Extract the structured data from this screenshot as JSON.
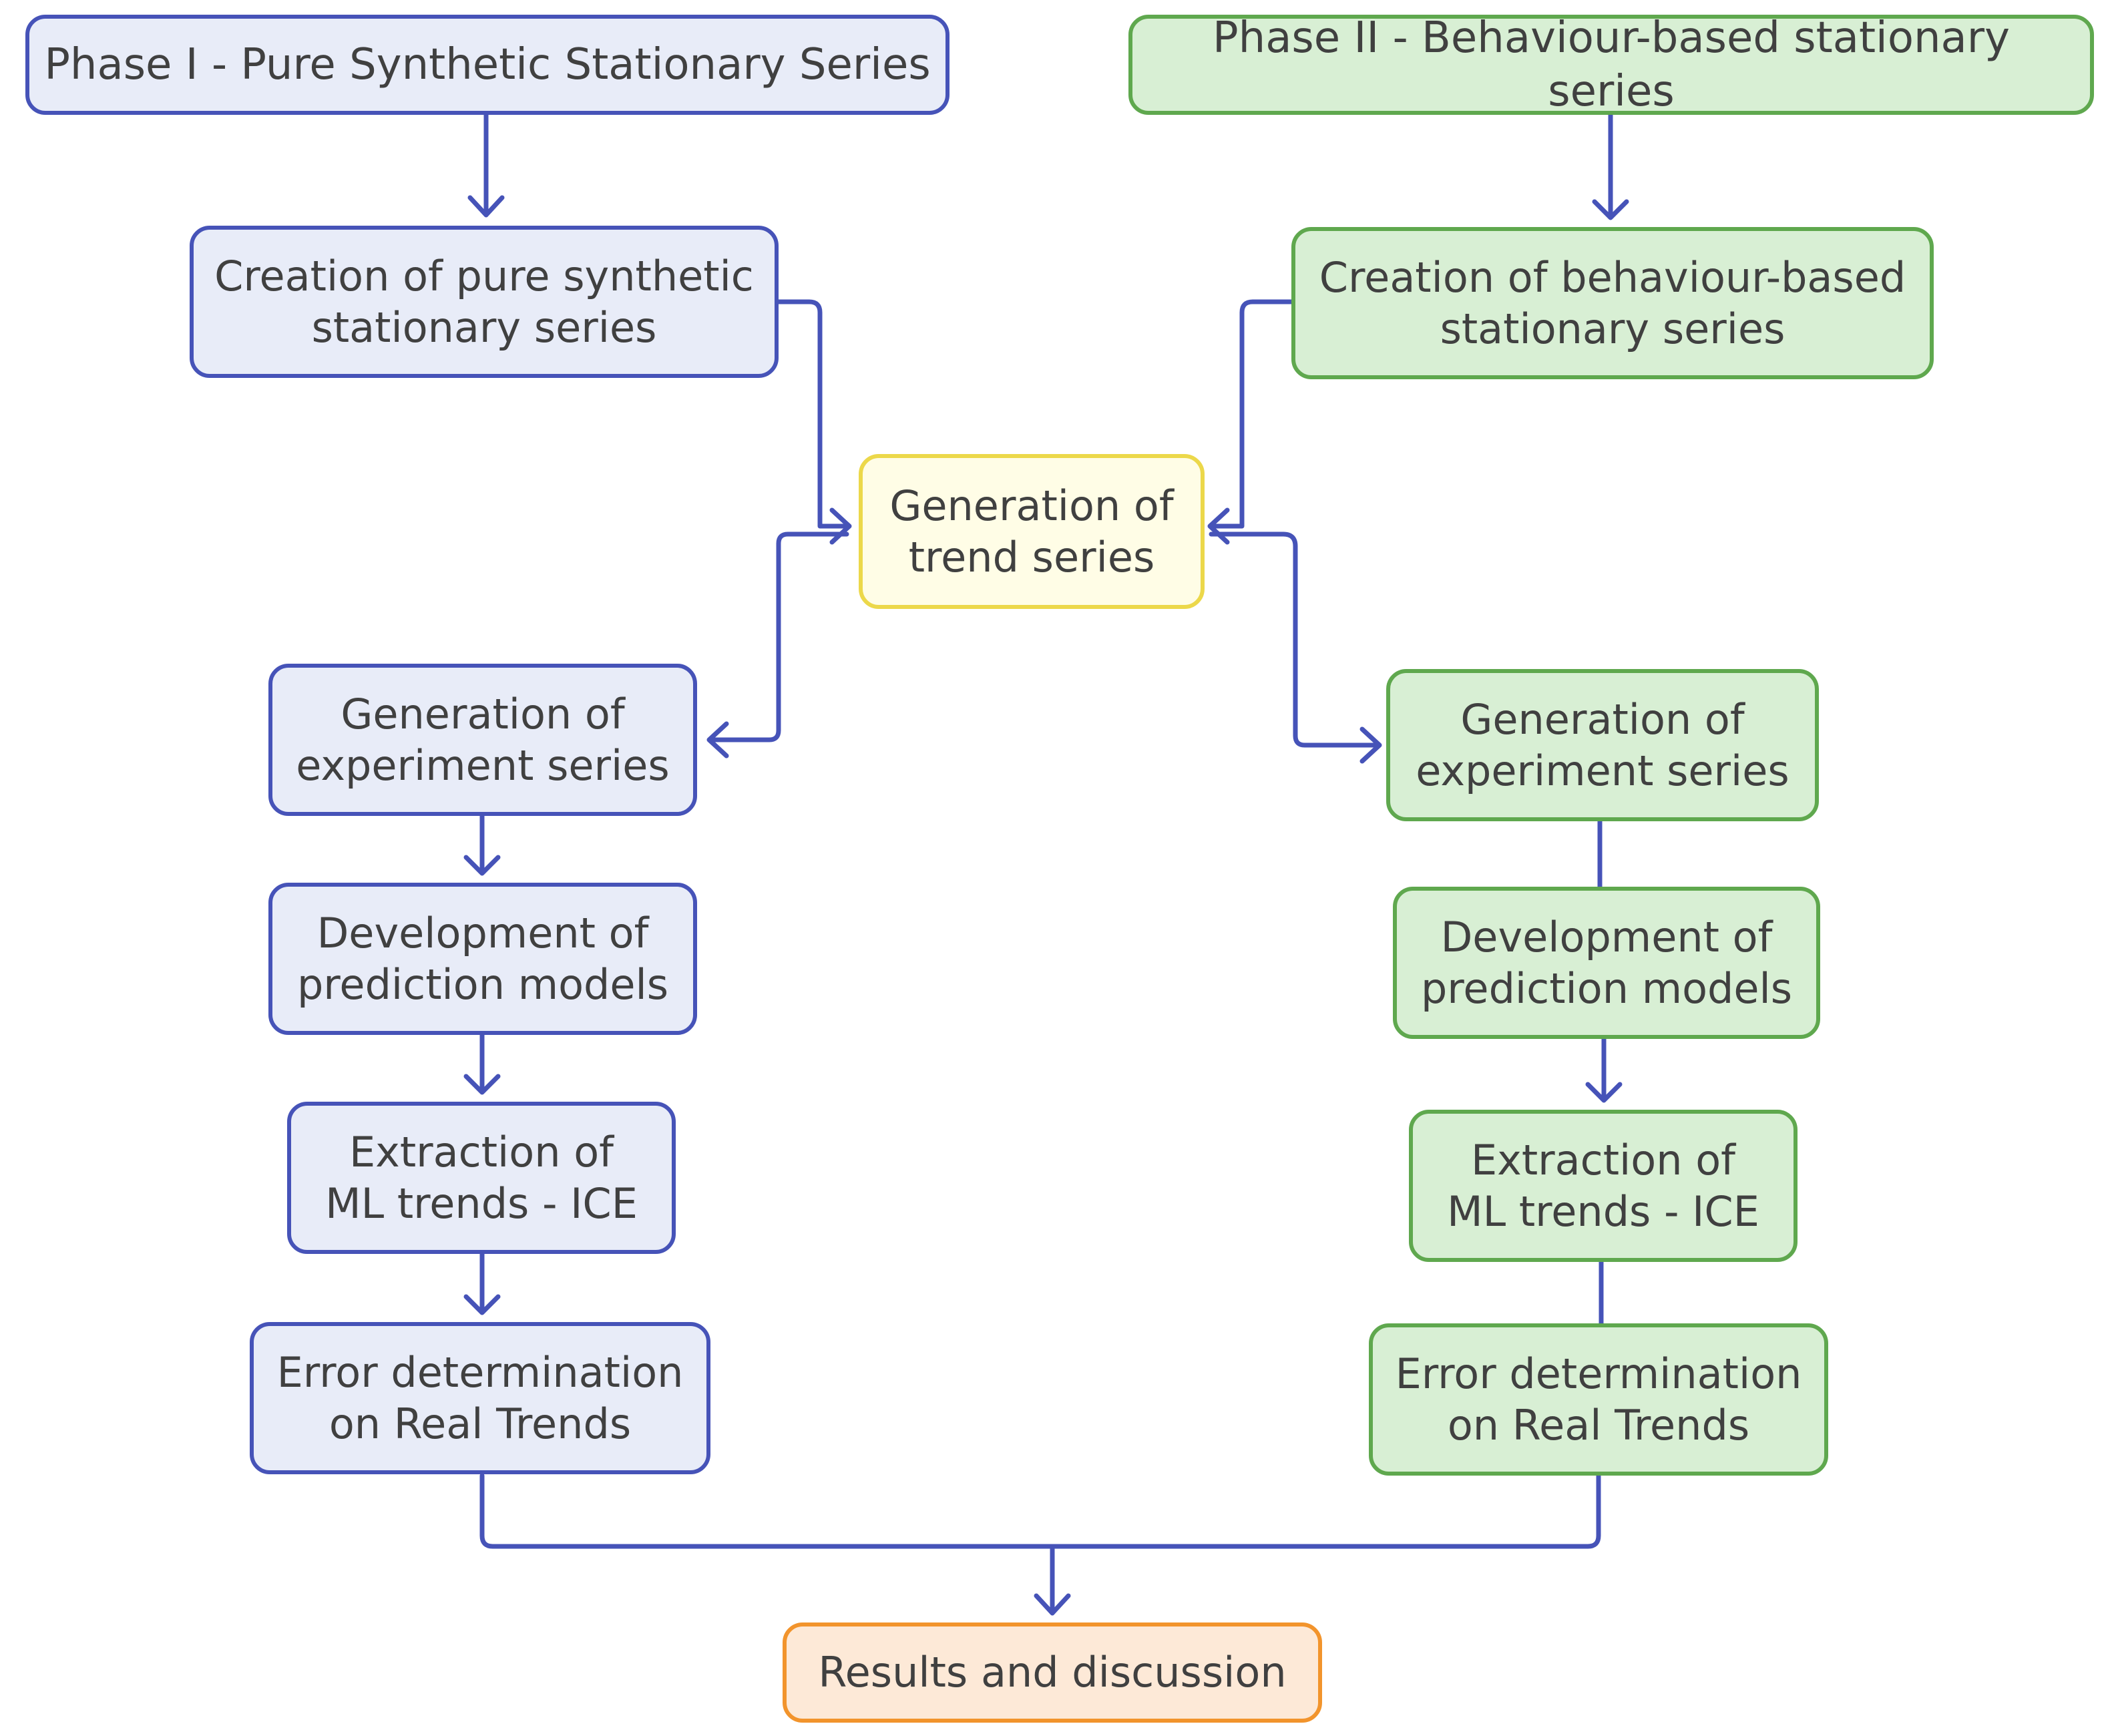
{
  "colors": {
    "phase1_fill": "#e8ecf8",
    "phase1_line": "#4653b8",
    "phase2_fill": "#d8efd4",
    "phase2_line": "#5fa84e",
    "trend_fill": "#fffde6",
    "trend_line": "#ecd84a",
    "results_fill": "#fde9d7",
    "results_line": "#f2942c"
  },
  "phase1": {
    "title": "Phase I - Pure Synthetic Stationary Series",
    "creation": "Creation of pure synthetic\nstationary series",
    "experiment": "Generation of\nexperiment series",
    "models": "Development of\nprediction models",
    "extraction": "Extraction of\nML trends - ICE",
    "error": "Error determination\non Real Trends"
  },
  "phase2": {
    "title": "Phase II - Behaviour-based stationary series",
    "creation": "Creation of behaviour-based\nstationary series",
    "experiment": "Generation of\nexperiment series",
    "models": "Development of\nprediction models",
    "extraction": "Extraction of\nML trends - ICE",
    "error": "Error determination\non Real Trends"
  },
  "trend": {
    "label": "Generation of\ntrend series"
  },
  "results": {
    "label": "Results and discussion"
  }
}
